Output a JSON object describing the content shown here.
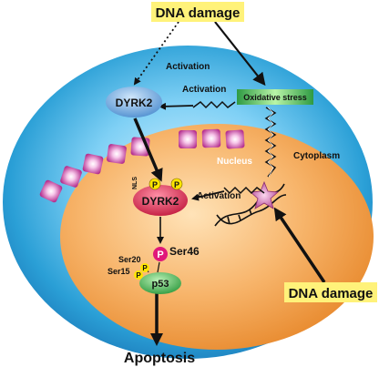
{
  "labels": {
    "dna_damage_top": "DNA damage",
    "dna_damage_bottom": "DNA damage",
    "activation_top": "Activation",
    "activation_mid": "Activation",
    "activation_nucleus": "Activation",
    "oxidative_stress": "Oxidative stress",
    "cytoplasm": "Cytoplasm",
    "nucleus": "Nucleus",
    "dyrk2_cytoplasm": "DYRK2",
    "dyrk2_nucleus": "DYRK2",
    "nls": "NLS",
    "p_symbol": "P",
    "ser20": "Ser20",
    "ser15": "Ser15",
    "ser46": "Ser46",
    "p53": "p53",
    "apoptosis": "Apoptosis"
  },
  "colors": {
    "cell_blue": "#2a9fd6",
    "nucleus_orange": "#f4a24a",
    "dyrk2_red": "#d8264a",
    "dyrk2_blue": "#6aa8dc",
    "phospho_yellow": "#ffe600",
    "ser46_magenta": "#e0187a",
    "p53_green": "#3aa54a",
    "pore_pink": "#c64a9e",
    "label_box_yellow": "#fff27a",
    "oxidative_green": "#3aa64a"
  }
}
